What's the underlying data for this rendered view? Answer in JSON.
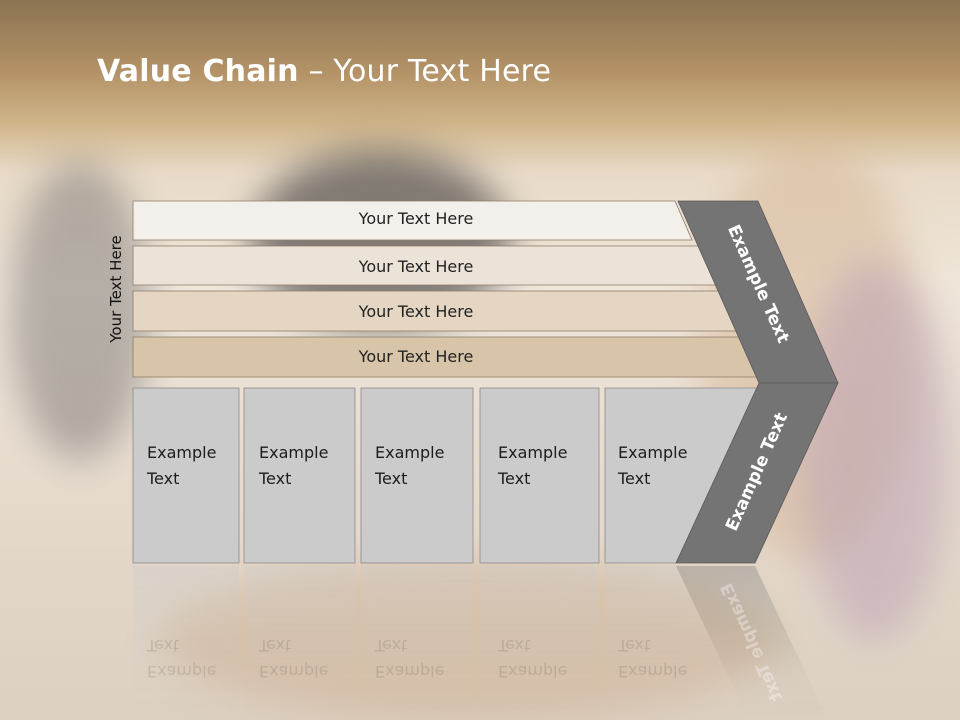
{
  "slide": {
    "title_bold": "Value Chain",
    "title_sep": " – ",
    "title_rest": "Your Text Here",
    "side_label": "Your Text Here",
    "support_rows": [
      {
        "label": "Your Text Here"
      },
      {
        "label": "Your Text Here"
      },
      {
        "label": "Your Text Here"
      },
      {
        "label": "Your Text Here"
      }
    ],
    "primary_boxes": [
      {
        "line1": "Example",
        "line2": "Text"
      },
      {
        "line1": "Example",
        "line2": "Text"
      },
      {
        "line1": "Example",
        "line2": "Text"
      },
      {
        "line1": "Example",
        "line2": "Text"
      },
      {
        "line1": "Example",
        "line2": "Text"
      }
    ],
    "margin_upper": "Example Text",
    "margin_lower": "Example Text"
  },
  "colors": {
    "row1": "#f3efea",
    "row2": "#ece3d8",
    "row3": "#e4d6c3",
    "row4": "#d8c4a8",
    "box": "#cbcbcb",
    "arrow": "#747474"
  }
}
